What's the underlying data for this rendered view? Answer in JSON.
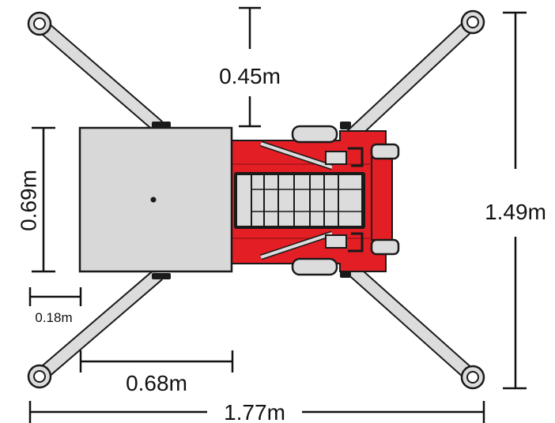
{
  "colors": {
    "chassis": "#e31e24",
    "chassis_dark": "#a3151a",
    "platform": "#d8d8d8",
    "outline": "#1a1a1a",
    "outrigger": "#dcdcdc",
    "dimension": "#111111"
  },
  "dimensions": {
    "platform_height": "0.69m",
    "platform_overhang": "0.18m",
    "platform_width": "0.68m",
    "top_clearance": "0.45m",
    "overall_width": "1.77m",
    "overall_height": "1.49m"
  }
}
